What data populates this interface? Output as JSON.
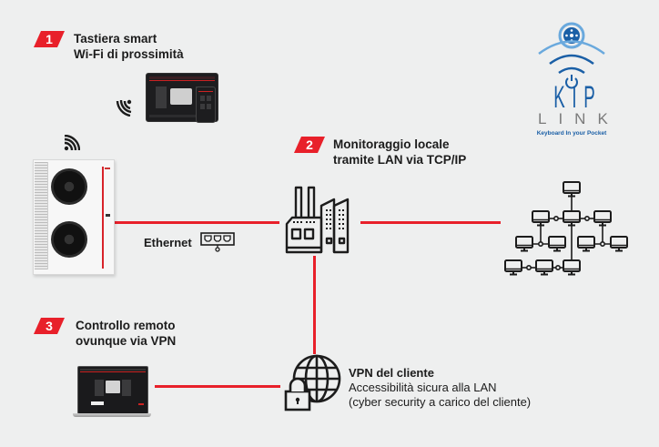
{
  "colors": {
    "background": "#eeefef",
    "accent_red": "#e8202a",
    "text_dark": "#1c1c1c",
    "kip_blue": "#1a5fa6",
    "kip_light_blue": "#6aa9dd",
    "kip_gray": "#7a7a7a"
  },
  "step1": {
    "number": "1",
    "title_line1": "Tastiera smart",
    "title_line2": "Wi-Fi di prossimità",
    "icons": [
      "wifi-icon",
      "tablet-device",
      "smartphone-device"
    ]
  },
  "step2": {
    "number": "2",
    "title_line1": "Monitoraggio locale",
    "title_line2": "tramite LAN via TCP/IP",
    "icons": [
      "factory-icon",
      "lan-network-icon"
    ]
  },
  "step3": {
    "number": "3",
    "title_line1": "Controllo remoto",
    "title_line2": "ovunque via VPN",
    "icons": [
      "laptop-device"
    ]
  },
  "ethernet": {
    "label": "Ethernet",
    "icon": "ethernet-port-icon"
  },
  "vpn": {
    "title": "VPN del cliente",
    "line1": "Accessibilità sicura alla LAN",
    "line2": "(cyber security a carico del cliente)",
    "icon": "globe-lock-icon"
  },
  "heat_pump": {
    "icon": "wifi-icon"
  },
  "kip_logo": {
    "word1": "KIP",
    "word2": "LINK",
    "tagline": "Keyboard In your Pocket"
  }
}
